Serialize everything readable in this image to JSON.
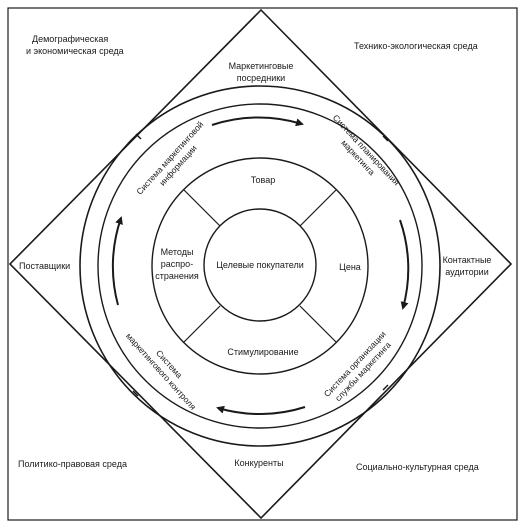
{
  "outer_environments": {
    "top_left": [
      "Демографическая",
      "и экономическая среда"
    ],
    "top_right": "Технико-экологическая среда",
    "bottom_left": "Политико-правовая среда",
    "bottom_right": "Социально-культурная среда"
  },
  "diamond_corners": {
    "top": [
      "Маркетинговые",
      "посредники"
    ],
    "left": "Поставщики",
    "right": [
      "Контактные",
      "аудитории"
    ],
    "bottom": "Конкуренты"
  },
  "ring_systems": {
    "top_left": [
      "Система маркетинговой",
      "информации"
    ],
    "top_right": [
      "Система планирования",
      "маркетинга"
    ],
    "bottom_left": [
      "Система",
      "маркетингового контроля"
    ],
    "bottom_right": [
      "Система организации",
      "службы маркетинга"
    ]
  },
  "marketing_mix": {
    "top": "Товар",
    "right": "Цена",
    "bottom": "Стимулирование",
    "left": [
      "Методы",
      "распро-",
      "странения"
    ]
  },
  "center": "Целевые покупатели"
}
